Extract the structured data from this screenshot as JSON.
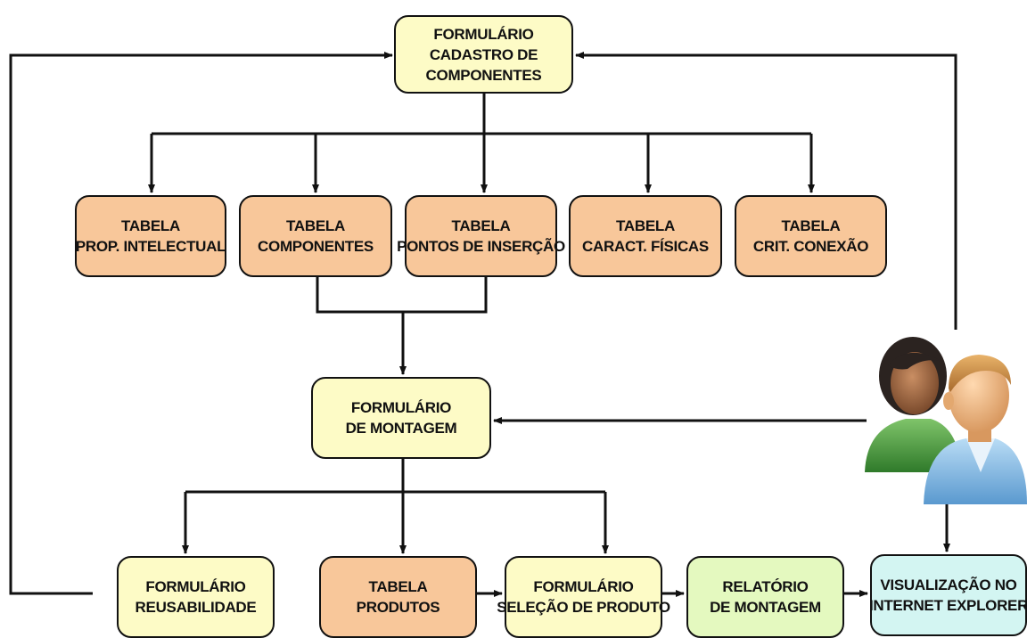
{
  "nodes": {
    "form_cadastro": {
      "line1": "FORMULÁRIO",
      "line2": "CADASTRO DE",
      "line3": "COMPONENTES"
    },
    "tab_prop": {
      "line1": "TABELA",
      "line2": "PROP. INTELECTUAL"
    },
    "tab_comp": {
      "line1": "TABELA",
      "line2": "COMPONENTES"
    },
    "tab_pontos": {
      "line1": "TABELA",
      "line2": "PONTOS DE INSERÇÃO"
    },
    "tab_caract": {
      "line1": "TABELA",
      "line2": "CARACT. FÍSICAS"
    },
    "tab_crit": {
      "line1": "TABELA",
      "line2": "CRIT. CONEXÃO"
    },
    "form_montagem": {
      "line1": "FORMULÁRIO",
      "line2": "DE MONTAGEM"
    },
    "form_reus": {
      "line1": "FORMULÁRIO",
      "line2": "REUSABILIDADE"
    },
    "tab_prod": {
      "line1": "TABELA",
      "line2": "PRODUTOS"
    },
    "form_sel": {
      "line1": "FORMULÁRIO",
      "line2": "SELEÇÃO DE PRODUTO"
    },
    "relatorio": {
      "line1": "RELATÓRIO",
      "line2": "DE MONTAGEM"
    },
    "visual": {
      "line1": "VISUALIZAÇÃO NO",
      "line2": "INTERNET EXPLORER"
    }
  },
  "icons": {
    "users": "users-icon"
  },
  "colors": {
    "form": "#fdfbc6",
    "table": "#f8c79a",
    "report": "#e4f9bf",
    "view": "#d3f5f2",
    "lines": "#111111"
  }
}
